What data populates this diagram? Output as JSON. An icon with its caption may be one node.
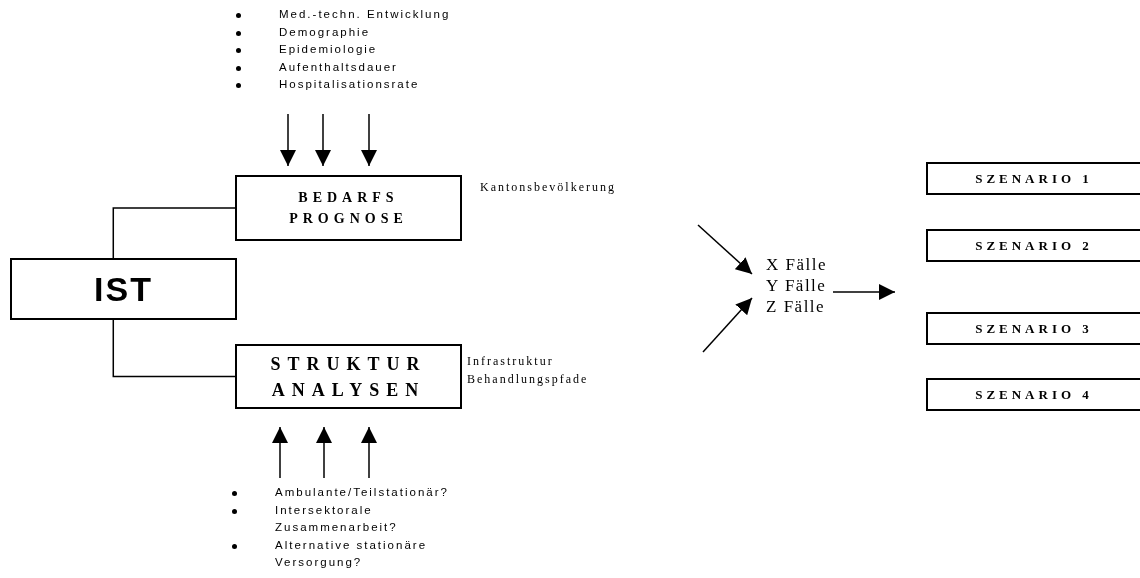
{
  "diagram": {
    "nodes": [
      {
        "text": [
          "IST"
        ]
      },
      {
        "text": [
          "BEDARFS PROGNOSE"
        ],
        "beside": [
          "Kantonsbevölkerung"
        ]
      },
      {
        "text": [
          "STRUKTUR ANALYSEN"
        ],
        "beside": [
          "Infrastruktur",
          "Behandlungspfade"
        ]
      },
      {
        "text": [
          "Med.-techn. Entwicklung",
          "Demographie",
          "Epidemiologie",
          "Aufenthaltsdauer",
          "Hospitalisationsrate"
        ]
      },
      {
        "text": [
          "Ambulante/Teilstationär?",
          "Intersektorale Zusammenarbeit?",
          "Alternative stationäre Versorgung?"
        ]
      },
      {
        "text": [
          "X Fälle",
          "Y Fälle",
          "Z Fälle"
        ]
      },
      {
        "text": [
          "SZENARIO 1"
        ]
      },
      {
        "text": [
          "SZENARIO 2"
        ]
      },
      {
        "text": [
          "SZENARIO 3"
        ]
      },
      {
        "text": [
          "SZENARIO 4"
        ]
      }
    ],
    "edges": [
      {
        "from": 0,
        "to": 1,
        "arrow": "none"
      },
      {
        "from": 0,
        "to": 2,
        "arrow": "none"
      },
      {
        "from": 3,
        "to": 1,
        "arrow": "to"
      },
      {
        "from": 3,
        "to": 1,
        "arrow": "to"
      },
      {
        "from": 3,
        "to": 1,
        "arrow": "to"
      },
      {
        "from": 4,
        "to": 2,
        "arrow": "to"
      },
      {
        "from": 4,
        "to": 2,
        "arrow": "to"
      },
      {
        "from": 4,
        "to": 2,
        "arrow": "to"
      },
      {
        "from": null,
        "to": 5,
        "arrow": "to"
      },
      {
        "from": null,
        "to": 5,
        "arrow": "to"
      },
      {
        "from": 5,
        "to": null,
        "arrow": "to"
      }
    ]
  }
}
